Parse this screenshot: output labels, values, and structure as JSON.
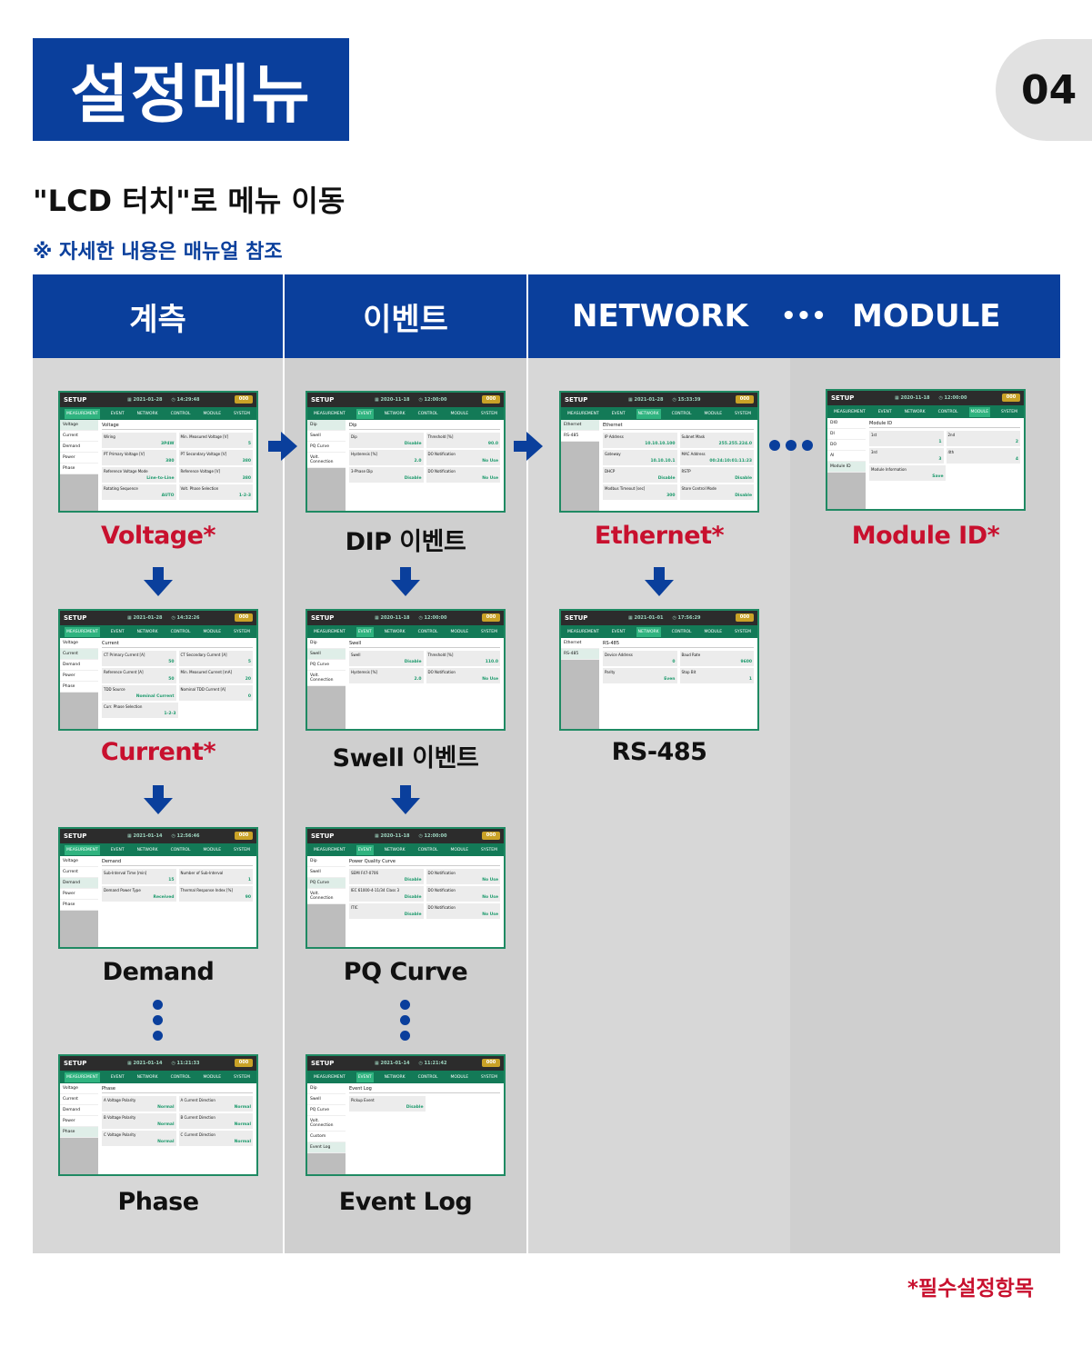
{
  "header": {
    "title": "설정메뉴",
    "page_number": "04",
    "subtitle": "\"LCD 터치\"로 메뉴 이동",
    "note": "※ 자세한 내용은 매뉴얼 참조"
  },
  "columns": {
    "measurement": "계측",
    "event": "이벤트",
    "network": "NETWORK",
    "ellipsis": "•••",
    "module": "MODULE"
  },
  "labels": {
    "voltage": "Voltage*",
    "current": "Current*",
    "demand": "Demand",
    "phase": "Phase",
    "dip": "DIP 이벤트",
    "swell": "Swell 이벤트",
    "pqcurve": "PQ Curve",
    "eventlog": "Event Log",
    "ethernet": "Ethernet*",
    "rs485": "RS-485",
    "moduleid": "Module ID*"
  },
  "footer_note": "*필수설정항목",
  "lcd_common": {
    "title": "SETUP",
    "battery": "000",
    "nav": [
      "MEASUREMENT",
      "EVENT",
      "NETWORK",
      "CONTROL",
      "MODULE",
      "SYSTEM"
    ]
  },
  "screens": {
    "voltage": {
      "date": "2021-01-28",
      "time": "14:29:48",
      "side": [
        "Voltage",
        "Current",
        "Demand",
        "Power",
        "Phase"
      ],
      "section": "Voltage",
      "fields": [
        [
          "Wiring",
          "3P4W"
        ],
        [
          "Min. Measured Voltage [V]",
          "5"
        ],
        [
          "PT Primary Voltage [V]",
          "380"
        ],
        [
          "PT Secondary Voltage [V]",
          "380"
        ],
        [
          "Reference Voltage Mode",
          "Line-to-Line"
        ],
        [
          "Reference Voltage [V]",
          "380"
        ],
        [
          "Rotating Sequence",
          "AUTO"
        ],
        [
          "Volt. Phase Selection",
          "1-2-3"
        ]
      ]
    },
    "current": {
      "date": "2021-01-28",
      "time": "14:32:26",
      "side": [
        "Voltage",
        "Current",
        "Demand",
        "Power",
        "Phase"
      ],
      "section": "Current",
      "fields": [
        [
          "CT Primary Current [A]",
          "50"
        ],
        [
          "CT Secondary Current [A]",
          "5"
        ],
        [
          "Reference Current [A]",
          "50"
        ],
        [
          "Min. Measured Current [mA]",
          "20"
        ],
        [
          "TDD Source",
          "Nominal Current"
        ],
        [
          "Nominal TDD Current [A]",
          "0"
        ],
        [
          "Curr. Phase Selection",
          "1-2-3"
        ]
      ]
    },
    "demand": {
      "date": "2021-01-14",
      "time": "12:56:46",
      "side": [
        "Voltage",
        "Current",
        "Demand",
        "Power",
        "Phase"
      ],
      "section": "Demand",
      "fields": [
        [
          "Sub-Interval Time [min]",
          "15"
        ],
        [
          "Number of Sub-Interval",
          "1"
        ],
        [
          "Demand Power Type",
          "Received"
        ],
        [
          "Thermal Response Index [%]",
          "90"
        ]
      ]
    },
    "phase": {
      "date": "2021-01-14",
      "time": "11:21:33",
      "side": [
        "Voltage",
        "Current",
        "Demand",
        "Power",
        "Phase"
      ],
      "section": "Phase",
      "fields": [
        [
          "A Voltage Polarity",
          "Normal"
        ],
        [
          "A Current Direction",
          "Normal"
        ],
        [
          "B Voltage Polarity",
          "Normal"
        ],
        [
          "B Current Direction",
          "Normal"
        ],
        [
          "C Voltage Polarity",
          "Normal"
        ],
        [
          "C Current Direction",
          "Normal"
        ]
      ]
    },
    "dip": {
      "date": "2020-11-18",
      "time": "12:00:00",
      "side": [
        "Dip",
        "Swell",
        "PQ Curve",
        "Volt. Connection"
      ],
      "section": "Dip",
      "fields": [
        [
          "Dip",
          "Disable"
        ],
        [
          "Threshold [%]",
          "90.0"
        ],
        [
          "Hysteresis [%]",
          "2.0"
        ],
        [
          "DO Notification",
          "No Use"
        ],
        [
          "3-Phase Dip",
          "Disable"
        ],
        [
          "DO Notification",
          "No Use"
        ]
      ]
    },
    "swell": {
      "date": "2020-11-18",
      "time": "12:00:00",
      "side": [
        "Dip",
        "Swell",
        "PQ Curve",
        "Volt. Connection"
      ],
      "section": "Swell",
      "fields": [
        [
          "Swell",
          "Disable"
        ],
        [
          "Threshold [%]",
          "110.0"
        ],
        [
          "Hysteresis [%]",
          "2.0"
        ],
        [
          "DO Notification",
          "No Use"
        ]
      ]
    },
    "pqcurve": {
      "date": "2020-11-18",
      "time": "12:00:00",
      "side": [
        "Dip",
        "Swell",
        "PQ Curve",
        "Volt. Connection"
      ],
      "section": "Power Quality Curve",
      "fields": [
        [
          "SEMI F47-0706",
          "Disable"
        ],
        [
          "DO Notification",
          "No Use"
        ],
        [
          "IEC 61000-4-11/34 Class 3",
          "Disable"
        ],
        [
          "DO Notification",
          "No Use"
        ],
        [
          "ITIC",
          "Disable"
        ],
        [
          "DO Notification",
          "No Use"
        ]
      ]
    },
    "eventlog": {
      "date": "2021-01-14",
      "time": "11:21:42",
      "side": [
        "Dip",
        "Swell",
        "PQ Curve",
        "Volt. Connection",
        "Custom",
        "Event Log"
      ],
      "section": "Event Log",
      "fields": [
        [
          "Pickup Event",
          "Disable"
        ]
      ]
    },
    "ethernet": {
      "date": "2021-01-28",
      "time": "15:33:39",
      "side": [
        "Ethernet",
        "RS-485"
      ],
      "section": "Ethernet",
      "fields": [
        [
          "IP Address",
          "10.10.10.100"
        ],
        [
          "Subnet Mask",
          "255.255.224.0"
        ],
        [
          "Gateway",
          "10.10.10.1"
        ],
        [
          "MAC Address",
          "00:24:10:01:11:23"
        ],
        [
          "DHCP",
          "Disable"
        ],
        [
          "RSTP",
          "Disable"
        ],
        [
          "Modbus Timeout [sec]",
          "300"
        ],
        [
          "Store Control Mode",
          "Disable"
        ]
      ]
    },
    "rs485": {
      "date": "2021-01-01",
      "time": "17:56:29",
      "side": [
        "Ethernet",
        "RS-485"
      ],
      "section": "RS-485",
      "fields": [
        [
          "Device Address",
          "0"
        ],
        [
          "Baud Rate",
          "9600"
        ],
        [
          "Parity",
          "Even"
        ],
        [
          "Stop Bit",
          "1"
        ]
      ]
    },
    "moduleid": {
      "date": "2020-11-18",
      "time": "12:00:00",
      "side": [
        "DIO",
        "DI",
        "DO",
        "AI",
        "Module ID"
      ],
      "section": "Module ID",
      "fields": [
        [
          "1st",
          "1"
        ],
        [
          "2nd",
          "2"
        ],
        [
          "3rd",
          "3"
        ],
        [
          "4th",
          "4"
        ],
        [
          "Module Information",
          "Save"
        ]
      ]
    }
  }
}
